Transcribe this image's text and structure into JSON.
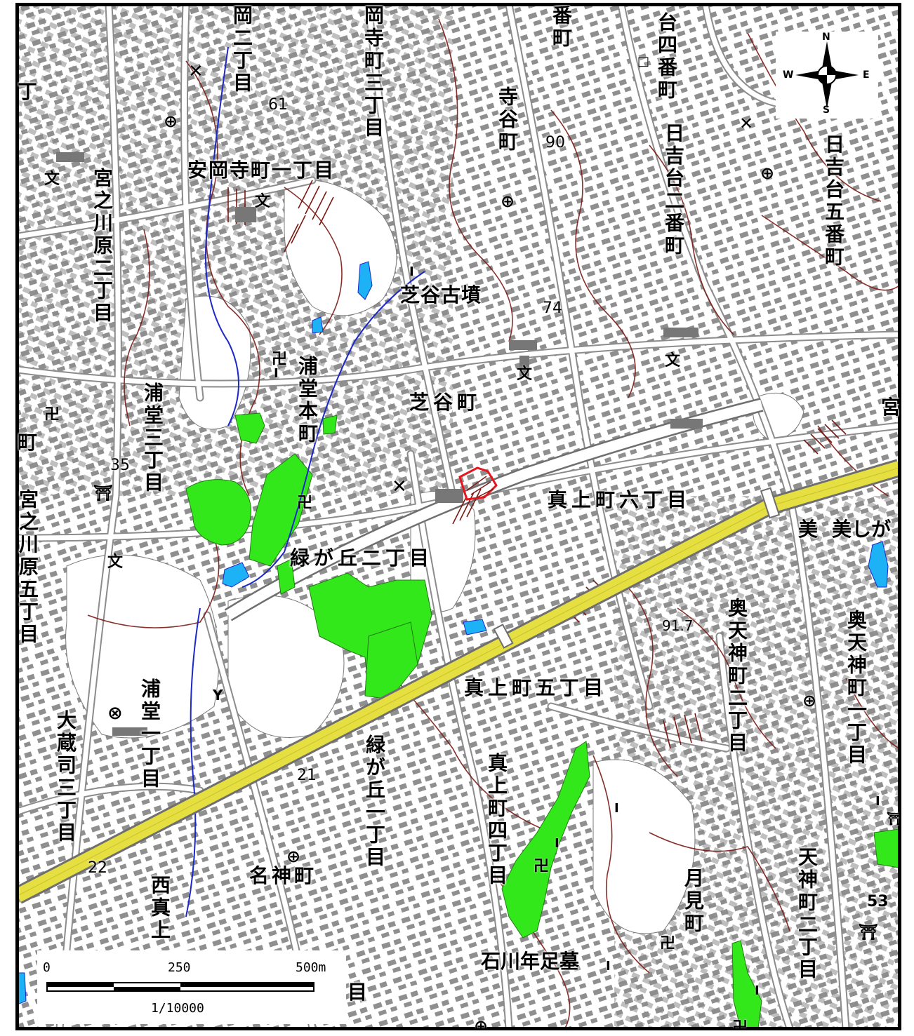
{
  "map": {
    "compass": {
      "n": "N",
      "s": "S",
      "e": "E",
      "w": "W"
    },
    "scale": {
      "zero": "0",
      "mid": "250",
      "end": "500m",
      "ratio": "1/10000"
    },
    "labels": [
      "岡二丁目",
      "岡寺町三丁目",
      "番町",
      "台四番町",
      "寺谷町",
      "日吉台二番町",
      "日吉台五番町",
      "安岡寺町一丁目",
      "宮之川原二丁目",
      "芝谷古墳",
      "浦堂本町",
      "浦堂三丁目",
      "芝谷町",
      "真上町六丁目",
      "緑が丘二丁目",
      "美",
      "美しが",
      "宮之川原五丁目",
      "奥天神町二丁目",
      "奥天神町一丁目",
      "真上町五丁目",
      "大蔵司三丁目",
      "浦堂一丁目",
      "緑が丘一丁目",
      "真上町四丁目",
      "名神町",
      "西真上",
      "月見町",
      "天神町二丁目",
      "石川年足墓",
      "町",
      "宮",
      "目",
      "丁"
    ],
    "elevations": [
      "61",
      "90",
      "74",
      "35",
      "91.7",
      "21",
      "22",
      "53"
    ]
  }
}
